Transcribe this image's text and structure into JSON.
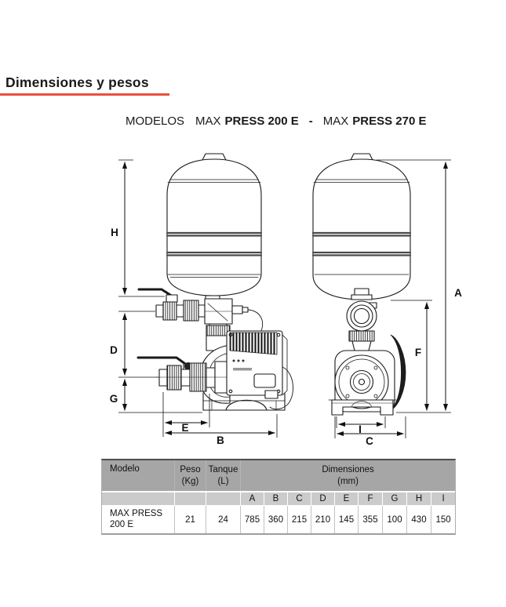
{
  "header": {
    "title": "Dimensiones y pesos",
    "subtitle": {
      "models_label": "MODELOS",
      "model1_prefix": "MAX",
      "model1_name": "PRESS 200 E",
      "separator": "-",
      "model2_prefix": "MAX",
      "model2_name": "PRESS 270 E"
    }
  },
  "colors": {
    "accent_underline": "#E8503A",
    "table_header_bg": "#A6A6A6",
    "table_subheader_bg": "#CBCBCB",
    "drawing_line": "#1A1A1A"
  },
  "diagram": {
    "labels": {
      "H": "H",
      "D": "D",
      "G": "G",
      "E": "E",
      "B": "B",
      "A": "A",
      "F": "F",
      "I": "I",
      "C": "C"
    }
  },
  "table": {
    "col_modelo": "Modelo",
    "col_peso": "Peso",
    "col_peso_unit": "(Kg)",
    "col_tanque": "Tanque",
    "col_tanque_unit": "(L)",
    "col_dimensiones": "Dimensiones",
    "col_dimensiones_unit": "(mm)",
    "dim_columns": [
      "A",
      "B",
      "C",
      "D",
      "E",
      "F",
      "G",
      "H",
      "I"
    ],
    "rows": [
      {
        "modelo": "MAX PRESS 200 E",
        "peso": "21",
        "tanque": "24",
        "dims": [
          "785",
          "360",
          "215",
          "210",
          "145",
          "355",
          "100",
          "430",
          "150"
        ]
      }
    ]
  }
}
